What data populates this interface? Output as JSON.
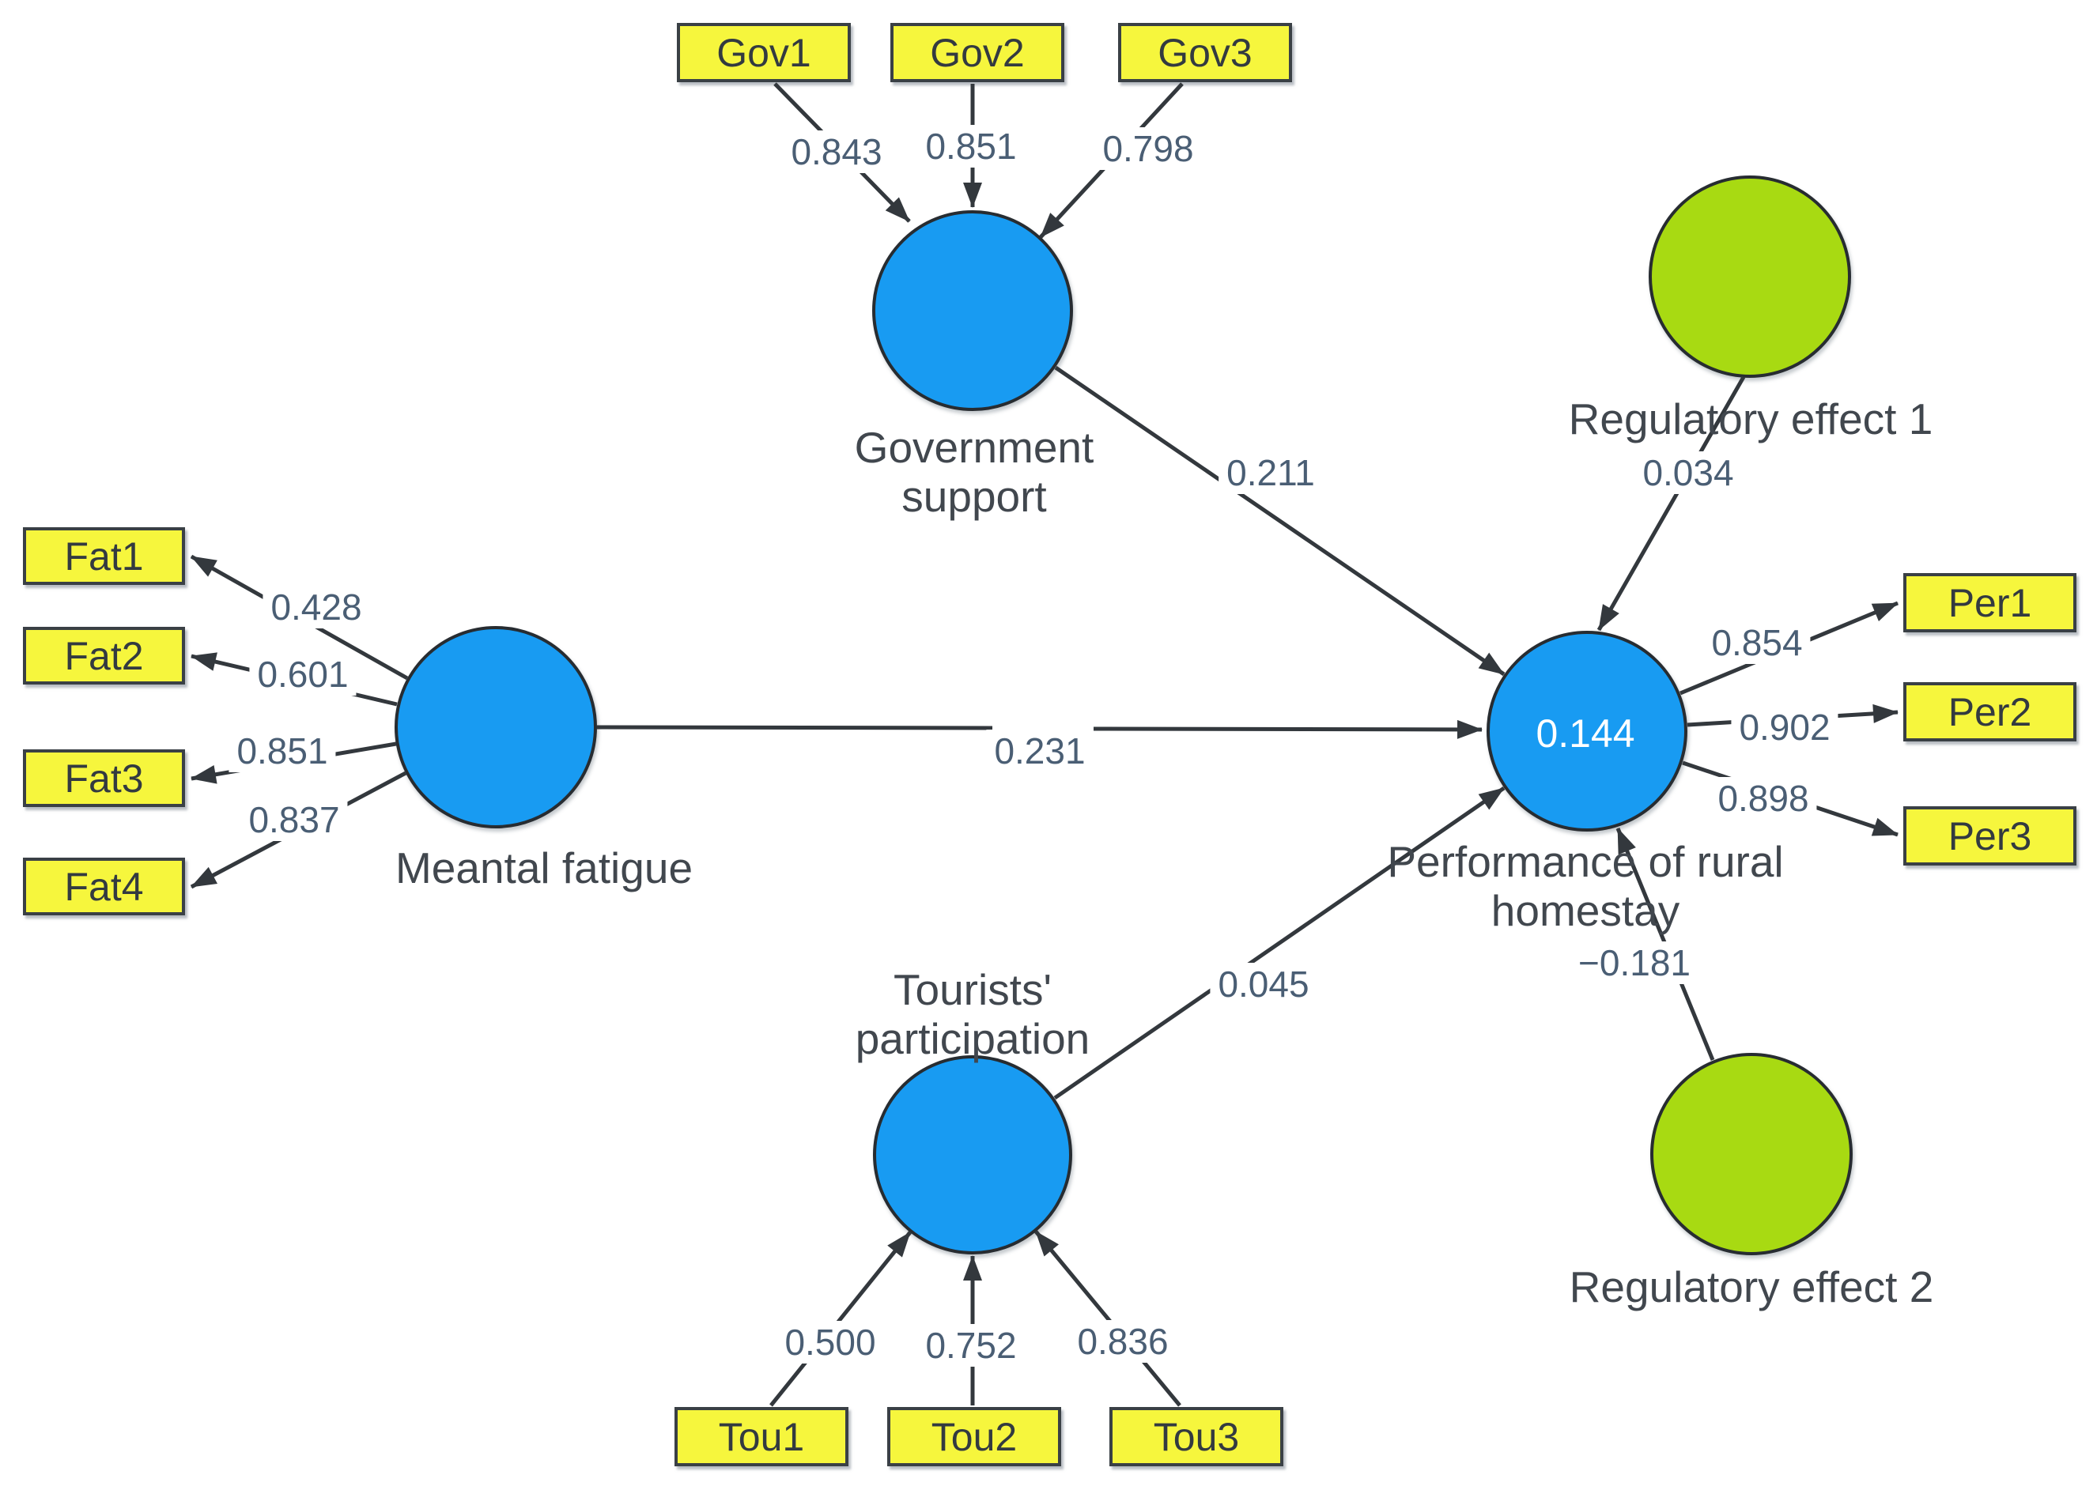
{
  "figure_type": "PLS-SEM path diagram",
  "colors": {
    "latent_fill": "#189bf2",
    "moderator_fill": "#a8da12",
    "indicator_fill": "#f6f63d",
    "line": "#33383d",
    "coefficient_text": "#4a5e74",
    "label_text": "#41474e",
    "r_squared_text": "#ffffff"
  },
  "constructs": {
    "government_support": {
      "label": "Government support"
    },
    "mental_fatigue": {
      "label": "Meantal fatigue"
    },
    "tourists_participation": {
      "label": "Tourists' participation"
    },
    "performance": {
      "label": "Performance of rural homestay",
      "r_squared": "0.144"
    },
    "regulatory_effect_1": {
      "label": "Regulatory effect 1"
    },
    "regulatory_effect_2": {
      "label": "Regulatory effect 2"
    }
  },
  "indicators": {
    "government_support": [
      {
        "name": "Gov1",
        "loading": "0.843"
      },
      {
        "name": "Gov2",
        "loading": "0.851"
      },
      {
        "name": "Gov3",
        "loading": "0.798"
      }
    ],
    "mental_fatigue": [
      {
        "name": "Fat1",
        "loading": "0.428"
      },
      {
        "name": "Fat2",
        "loading": "0.601"
      },
      {
        "name": "Fat3",
        "loading": "0.851"
      },
      {
        "name": "Fat4",
        "loading": "0.837"
      }
    ],
    "tourists_participation": [
      {
        "name": "Tou1",
        "loading": "0.500"
      },
      {
        "name": "Tou2",
        "loading": "0.752"
      },
      {
        "name": "Tou3",
        "loading": "0.836"
      }
    ],
    "performance": [
      {
        "name": "Per1",
        "loading": "0.854"
      },
      {
        "name": "Per2",
        "loading": "0.902"
      },
      {
        "name": "Per3",
        "loading": "0.898"
      }
    ]
  },
  "paths": [
    {
      "from": "Government support",
      "to": "Performance of rural homestay",
      "coefficient": "0.211"
    },
    {
      "from": "Meantal fatigue",
      "to": "Performance of rural homestay",
      "coefficient": "0.231"
    },
    {
      "from": "Tourists' participation",
      "to": "Performance of rural homestay",
      "coefficient": "0.045"
    },
    {
      "from": "Regulatory effect 1",
      "to": "Performance of rural homestay",
      "coefficient": "0.034"
    },
    {
      "from": "Regulatory effect 2",
      "to": "Performance of rural homestay",
      "coefficient": "−0.181"
    }
  ]
}
